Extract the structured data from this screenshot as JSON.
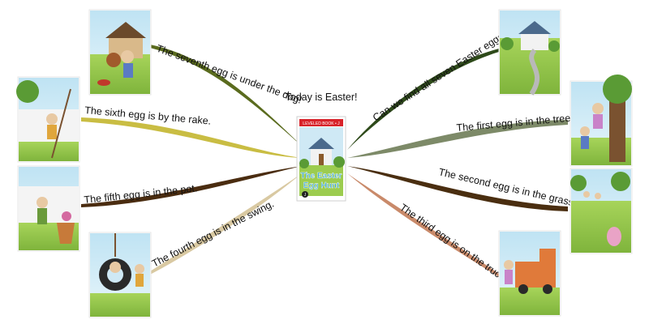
{
  "center": {
    "title": "Today is Easter!",
    "book": {
      "level_label": "LEVELED BOOK • J",
      "title_line1": "The Easter",
      "title_line2": "Egg Hunt",
      "badge": "J"
    }
  },
  "branches": [
    {
      "id": "seventh",
      "text": "The seventh egg is under the dog!",
      "color": "#5a6b1e",
      "scene": "dog"
    },
    {
      "id": "sixth",
      "text": "The sixth egg is by the rake.",
      "color": "#c9bd43",
      "scene": "rake"
    },
    {
      "id": "fifth",
      "text": "The fifth egg is in the pot.",
      "color": "#4a2c10",
      "scene": "pot"
    },
    {
      "id": "fourth",
      "text": "The fourth egg is in the swing.",
      "color": "#d9c9a2",
      "scene": "swing"
    },
    {
      "id": "question",
      "text": "Can we find all seven Easter eggs?",
      "color": "#2e4a1a",
      "scene": "house"
    },
    {
      "id": "first",
      "text": "The first egg is in the tree.",
      "color": "#7d8a68",
      "scene": "tree"
    },
    {
      "id": "second",
      "text": "The second egg is in the grass.",
      "color": "#4a2e10",
      "scene": "grass"
    },
    {
      "id": "third",
      "text": "The third egg is on the truck.",
      "color": "#c98a6a",
      "scene": "truck"
    }
  ],
  "colors": {
    "sky": "#cfe9f5",
    "grass": "#9ccc4f",
    "fence": "#f4f4f4",
    "book_red": "#d8232a",
    "book_title": "#2a9fd6"
  }
}
